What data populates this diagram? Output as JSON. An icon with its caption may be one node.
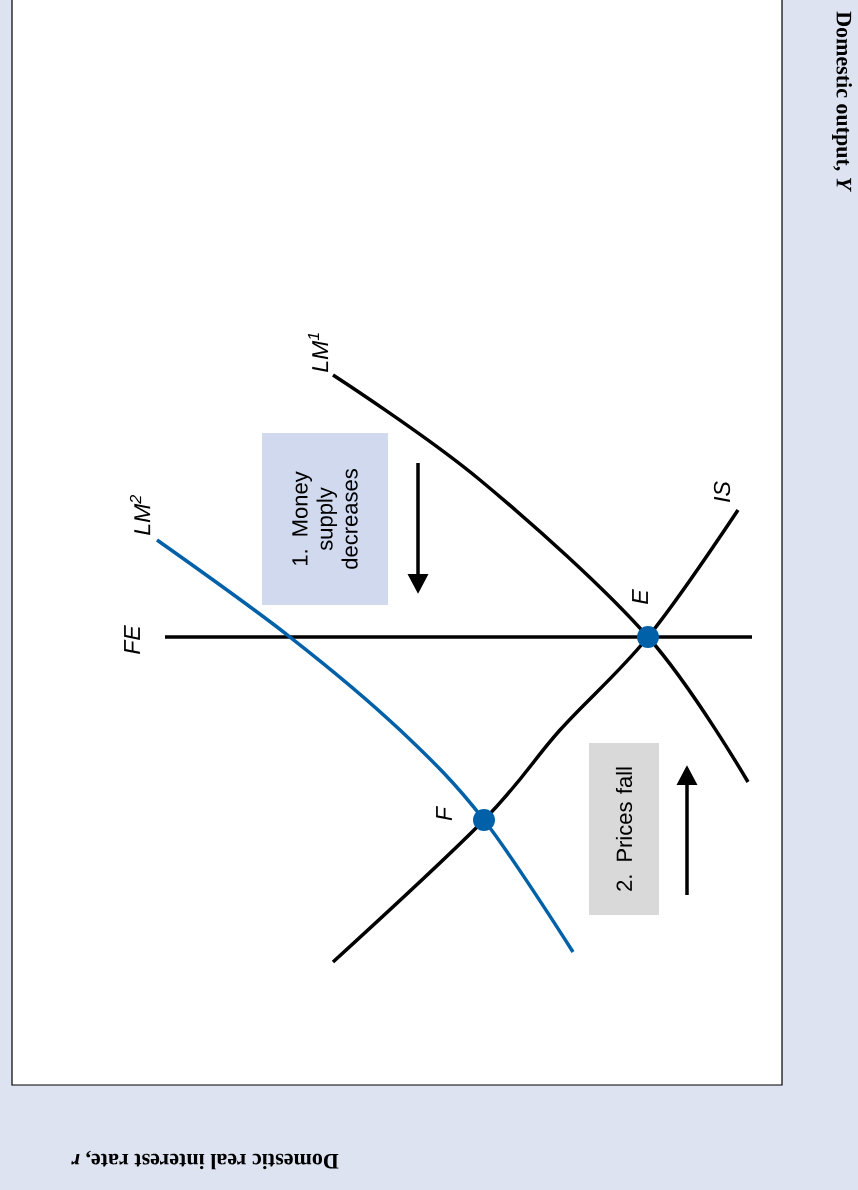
{
  "diagram": {
    "nodes": [
      {
        "text": [
          "1. Money supply decreases"
        ]
      },
      {
        "text": [
          "2. Prices fall"
        ]
      }
    ],
    "labels": [
      "*LM*$^{1}$",
      "*LM*$^{2}$",
      "FE",
      "IS",
      "E",
      "F",
      "Domestic output, *Y*",
      "Domestic real interest rate, *r*"
    ]
  }
}
